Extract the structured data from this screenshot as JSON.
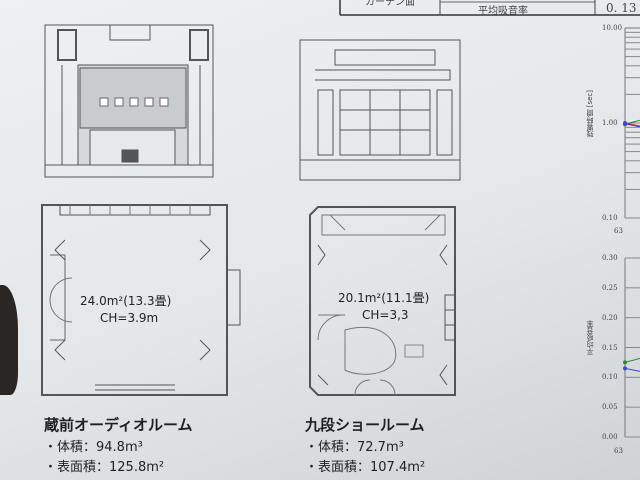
{
  "table": {
    "row_label": "カーテン面",
    "metric_label": "平均吸音率",
    "metric_value": "0. 13"
  },
  "rooms": [
    {
      "name": "蔵前オーディオルーム",
      "area": "24.0m²(13.3畳)",
      "ceiling": "CH=3.9m",
      "volume": "・体積：94.8m³",
      "surface": "・表面積：125.8m²"
    },
    {
      "name": "九段ショールーム",
      "area": "20.1m²(11.1畳)",
      "ceiling": "CH=3,3",
      "volume": "・体積：72.7m³",
      "surface": "・表面積：107.4m²"
    }
  ],
  "chart_data": [
    {
      "type": "line",
      "ylabel": "残響時間 [sec]",
      "yscale": "log",
      "ylim": [
        0.1,
        10
      ],
      "yticks": [
        "10.00",
        "1.00",
        "0.10"
      ],
      "x_first_tick": "63",
      "series": [
        {
          "name": "red",
          "color": "#e02020",
          "values": [
            1.0
          ]
        },
        {
          "name": "green",
          "color": "#2a8a2a",
          "values": [
            0.97
          ]
        },
        {
          "name": "blue",
          "color": "#3a46e0",
          "values": [
            0.98
          ]
        }
      ]
    },
    {
      "type": "line",
      "ylabel": "平均吸音率",
      "ylim": [
        0,
        0.3
      ],
      "yticks": [
        "0.30",
        "0.25",
        "0.20",
        "0.15",
        "0.10",
        "0.05",
        "0.00"
      ],
      "x_first_tick": "63",
      "series": [
        {
          "name": "green",
          "color": "#2a8a2a",
          "values": [
            0.125
          ]
        },
        {
          "name": "blue",
          "color": "#3a46e0",
          "values": [
            0.115
          ]
        }
      ]
    }
  ]
}
